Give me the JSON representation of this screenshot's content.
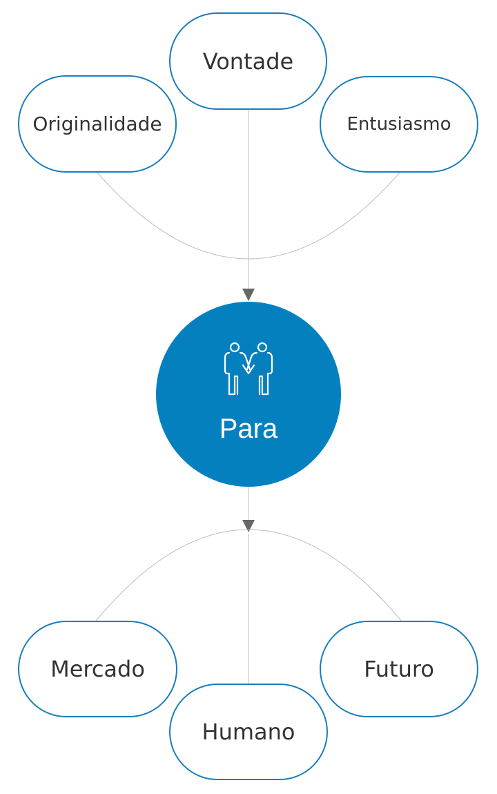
{
  "diagram": {
    "center": {
      "label": "Para",
      "icon": "handshake-people-icon"
    },
    "top_nodes": [
      {
        "id": "vontade",
        "label": "Vontade"
      },
      {
        "id": "originalidade",
        "label": "Originalidade"
      },
      {
        "id": "entusiasmo",
        "label": "Entusiasmo"
      }
    ],
    "bottom_nodes": [
      {
        "id": "mercado",
        "label": "Mercado"
      },
      {
        "id": "futuro",
        "label": "Futuro"
      },
      {
        "id": "humano",
        "label": "Humano"
      }
    ],
    "colors": {
      "primary": "#0580bf",
      "node_border": "#1a7dbb",
      "connector": "#bdbdbd",
      "arrow": "#666666",
      "text": "#333333"
    }
  }
}
